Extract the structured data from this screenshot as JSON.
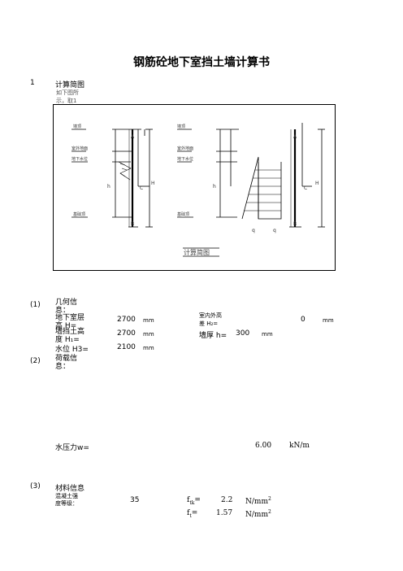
{
  "doc": {
    "title": "钢筋砼地下室挡土墙计算书"
  },
  "sec1": {
    "num": "1",
    "heading": "计算简图",
    "note_l1": "如下图所",
    "note_l2": "示，取1"
  },
  "diagram": {
    "left_labels": [
      "墙顶",
      "室外地面",
      "地下水位",
      "基础顶"
    ],
    "right_labels": [
      "墙顶",
      "室外地面",
      "地下水位",
      "基础顶"
    ],
    "point_labels": {
      "A": "A",
      "B": "B",
      "C": "C",
      "H": "H",
      "h": "h",
      "q": "q"
    },
    "caption": "计算简图"
  },
  "geom": {
    "num": "(1)",
    "heading_l1": "几何信",
    "heading_l2": "息：",
    "h1_label_l1": "地下室层",
    "h1_label_l2": "高 H=",
    "h1_value": "2700",
    "h1_unit": "mm",
    "h2_label_l1": "墙挡土高",
    "h2_label_l2": "度 H₁=",
    "h2_value": "2700",
    "h2_unit": "mm",
    "h3_label": "水位 H3=",
    "h3_value": "2100",
    "h3_unit": "mm",
    "diff_label_l1": "室内外高",
    "diff_label_l2": "差 H₂=",
    "diff_value": "0",
    "diff_unit": "mm",
    "thick_label": "墙厚 h=",
    "thick_value": "300",
    "thick_unit": "mm"
  },
  "load": {
    "num": "(2)",
    "heading_l1": "荷载信",
    "heading_l2": "息：",
    "water_label": "水压力w=",
    "water_value": "6.00",
    "water_unit": "kN/m"
  },
  "material": {
    "num": "(3)",
    "heading": "材料信息",
    "grade_label_l1": "混凝土强",
    "grade_label_l2": "度等级：",
    "grade_value": "35",
    "ftk_label": "f",
    "ftk_sub": "tk",
    "ftk_eq": "=",
    "ftk_value": "2.2",
    "ftk_unit": "N/mm",
    "ft_label": "f",
    "ft_sub": "t",
    "ft_eq": "=",
    "ft_value": "1.57",
    "ft_unit": "N/mm",
    "unit_exp": "2"
  }
}
